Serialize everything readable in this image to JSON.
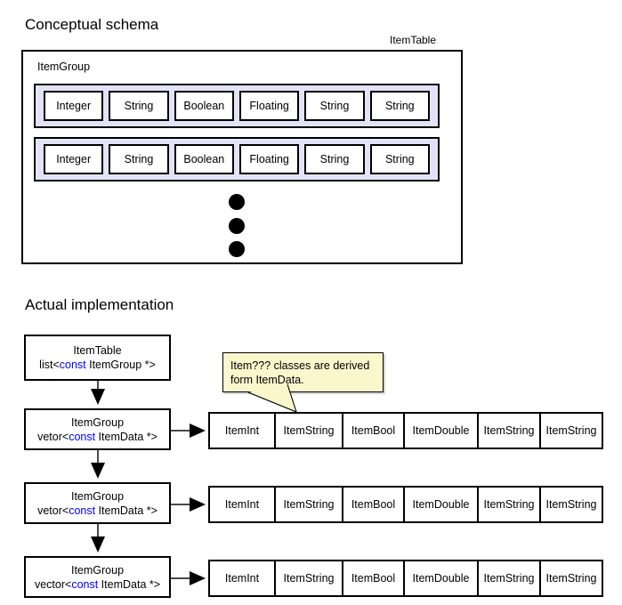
{
  "sections": {
    "conceptual": {
      "heading": "Conceptual schema",
      "outer_label": "ItemTable",
      "group_label": "ItemGroup",
      "group_rows": [
        [
          "Integer",
          "String",
          "Boolean",
          "Floating",
          "String",
          "String"
        ],
        [
          "Integer",
          "String",
          "Boolean",
          "Floating",
          "String",
          "String"
        ]
      ],
      "ellipsis_dots": 3
    },
    "implementation": {
      "heading": "Actual implementation",
      "callout": {
        "line1": "Item??? classes are derived",
        "line2": "form ItemData."
      },
      "root_box": {
        "title": "ItemTable",
        "type_prefix": "list<",
        "type_keyword": "const",
        "type_suffix": " ItemGroup *>"
      },
      "group_boxes": [
        {
          "title": "ItemGroup",
          "type_prefix": "vetor<",
          "type_keyword": "const",
          "type_suffix": " ItemData *>"
        },
        {
          "title": "ItemGroup",
          "type_prefix": "vetor<",
          "type_keyword": "const",
          "type_suffix": " ItemData *>"
        },
        {
          "title": "ItemGroup",
          "type_prefix": "vector<",
          "type_keyword": "const",
          "type_suffix": " ItemData *>"
        }
      ],
      "data_rows": [
        [
          "ItemInt",
          "ItemString",
          "ItemBool",
          "ItemDouble",
          "ItemString",
          "ItemString"
        ],
        [
          "ItemInt",
          "ItemString",
          "ItemBool",
          "ItemDouble",
          "ItemString",
          "ItemString"
        ],
        [
          "ItemInt",
          "ItemString",
          "ItemBool",
          "ItemDouble",
          "ItemString",
          "ItemString"
        ]
      ]
    }
  },
  "colors": {
    "group_band_fill": "#e3e3f8",
    "callout_fill": "#fbf7cd",
    "keyword_blue": "#0000ff",
    "stroke": "#000000",
    "arrow_gray": "#555555"
  }
}
